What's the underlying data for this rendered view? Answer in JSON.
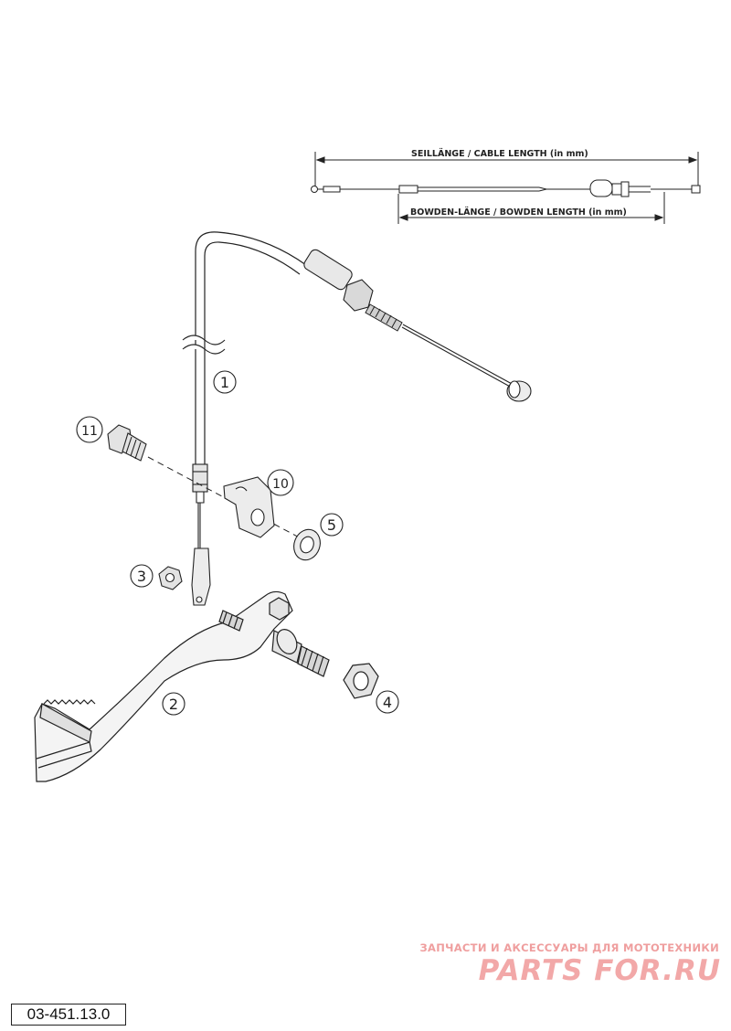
{
  "dimensions": {
    "cable_length_label": "SEILLÄNGE / CABLE LENGTH   (in mm)",
    "bowden_length_label": "BOWDEN-LÄNGE / BOWDEN LENGTH   (in mm)"
  },
  "callouts": [
    {
      "id": "cable",
      "label": "1"
    },
    {
      "id": "brake-pedal",
      "label": "2"
    },
    {
      "id": "nut-small",
      "label": "3"
    },
    {
      "id": "collar-nut",
      "label": "4"
    },
    {
      "id": "washer",
      "label": "5"
    },
    {
      "id": "bracket",
      "label": "10"
    },
    {
      "id": "bolt",
      "label": "11"
    }
  ],
  "catalog_number": "03-451.13.0",
  "watermark": {
    "tagline": "ЗАПЧАСТИ И АКСЕССУАРЫ ДЛЯ МОТОТЕХНИКИ",
    "brand": "PARTS FOR.RU"
  }
}
